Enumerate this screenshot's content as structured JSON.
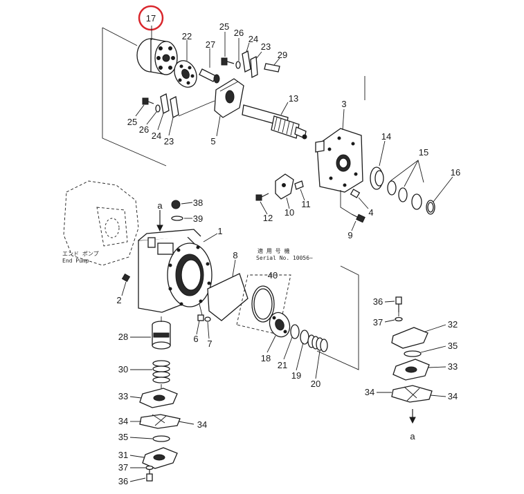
{
  "diagram": {
    "highlight_color": "#d9262c",
    "highlighted_part": "17",
    "labels": {
      "p17": "17",
      "p22": "22",
      "p27": "27",
      "p25a": "25",
      "p26a": "26",
      "p24a": "24",
      "p23a": "23",
      "p29": "29",
      "p25b": "25",
      "p26b": "26",
      "p24b": "24",
      "p23b": "23",
      "p5": "5",
      "p13": "13",
      "p3": "3",
      "p14": "14",
      "p15": "15",
      "p16": "16",
      "p38": "38",
      "a_top": "a",
      "p39": "39",
      "p1": "1",
      "p12": "12",
      "p10": "10",
      "p11": "11",
      "p4": "4",
      "p9": "9",
      "p2": "2",
      "p8": "8",
      "p40": "40",
      "p6": "6",
      "p7": "7",
      "p36a": "36",
      "p37a": "37",
      "p32": "32",
      "p35a": "35",
      "p33a": "33",
      "p34a": "34",
      "p34b": "34",
      "a_bottom": "a",
      "p28": "28",
      "p30": "30",
      "p33b": "33",
      "p34c": "34",
      "p34d": "34",
      "p35b": "35",
      "p31": "31",
      "p37b": "37",
      "p36b": "36",
      "p18": "18",
      "p21": "21",
      "p19": "19",
      "p20": "20"
    },
    "notes": {
      "end_pump_jp": "エンド ポンプ",
      "end_pump_en": "End Pump",
      "applicable_jp": "適 用 号 機",
      "serial": "Serial No. 10056~"
    }
  }
}
